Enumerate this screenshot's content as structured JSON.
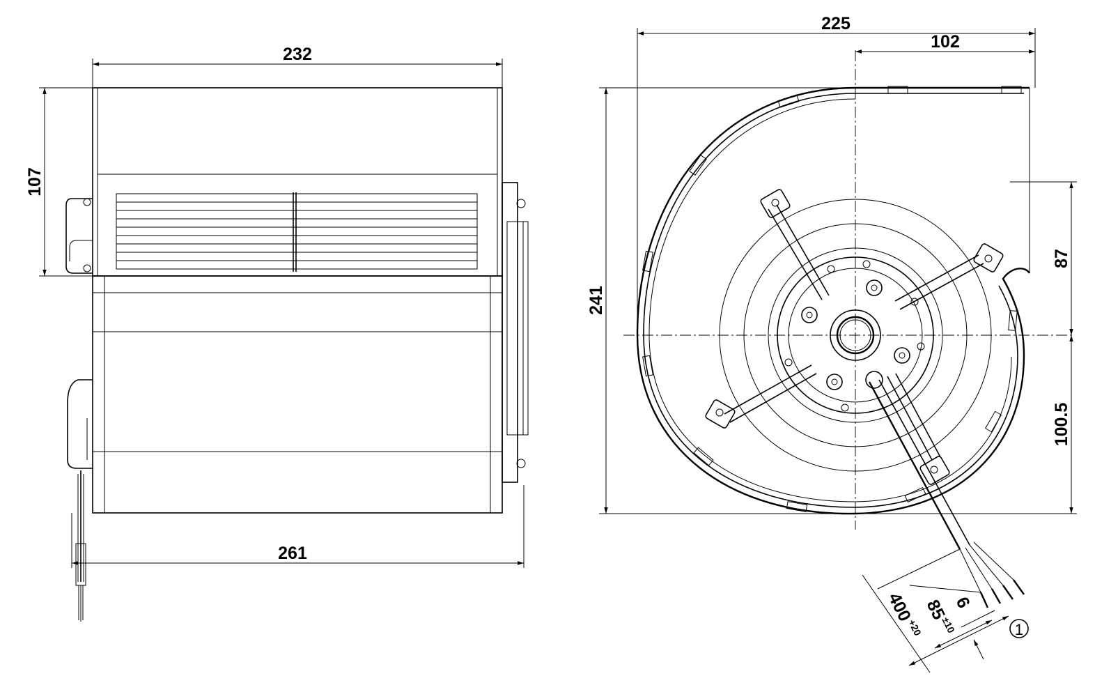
{
  "dimensions": {
    "side_width_top": "232",
    "side_height_left": "107",
    "side_width_bottom": "261",
    "front_width_top": "225",
    "front_offset_top": "102",
    "front_height_left": "241",
    "front_right_upper": "87",
    "front_right_lower": "100.5",
    "cable_length": "400",
    "cable_length_tol": "+20",
    "cable_strip": "85",
    "cable_strip_tol": "±10",
    "cable_end": "6"
  },
  "callouts": {
    "cable_marker": "1"
  }
}
